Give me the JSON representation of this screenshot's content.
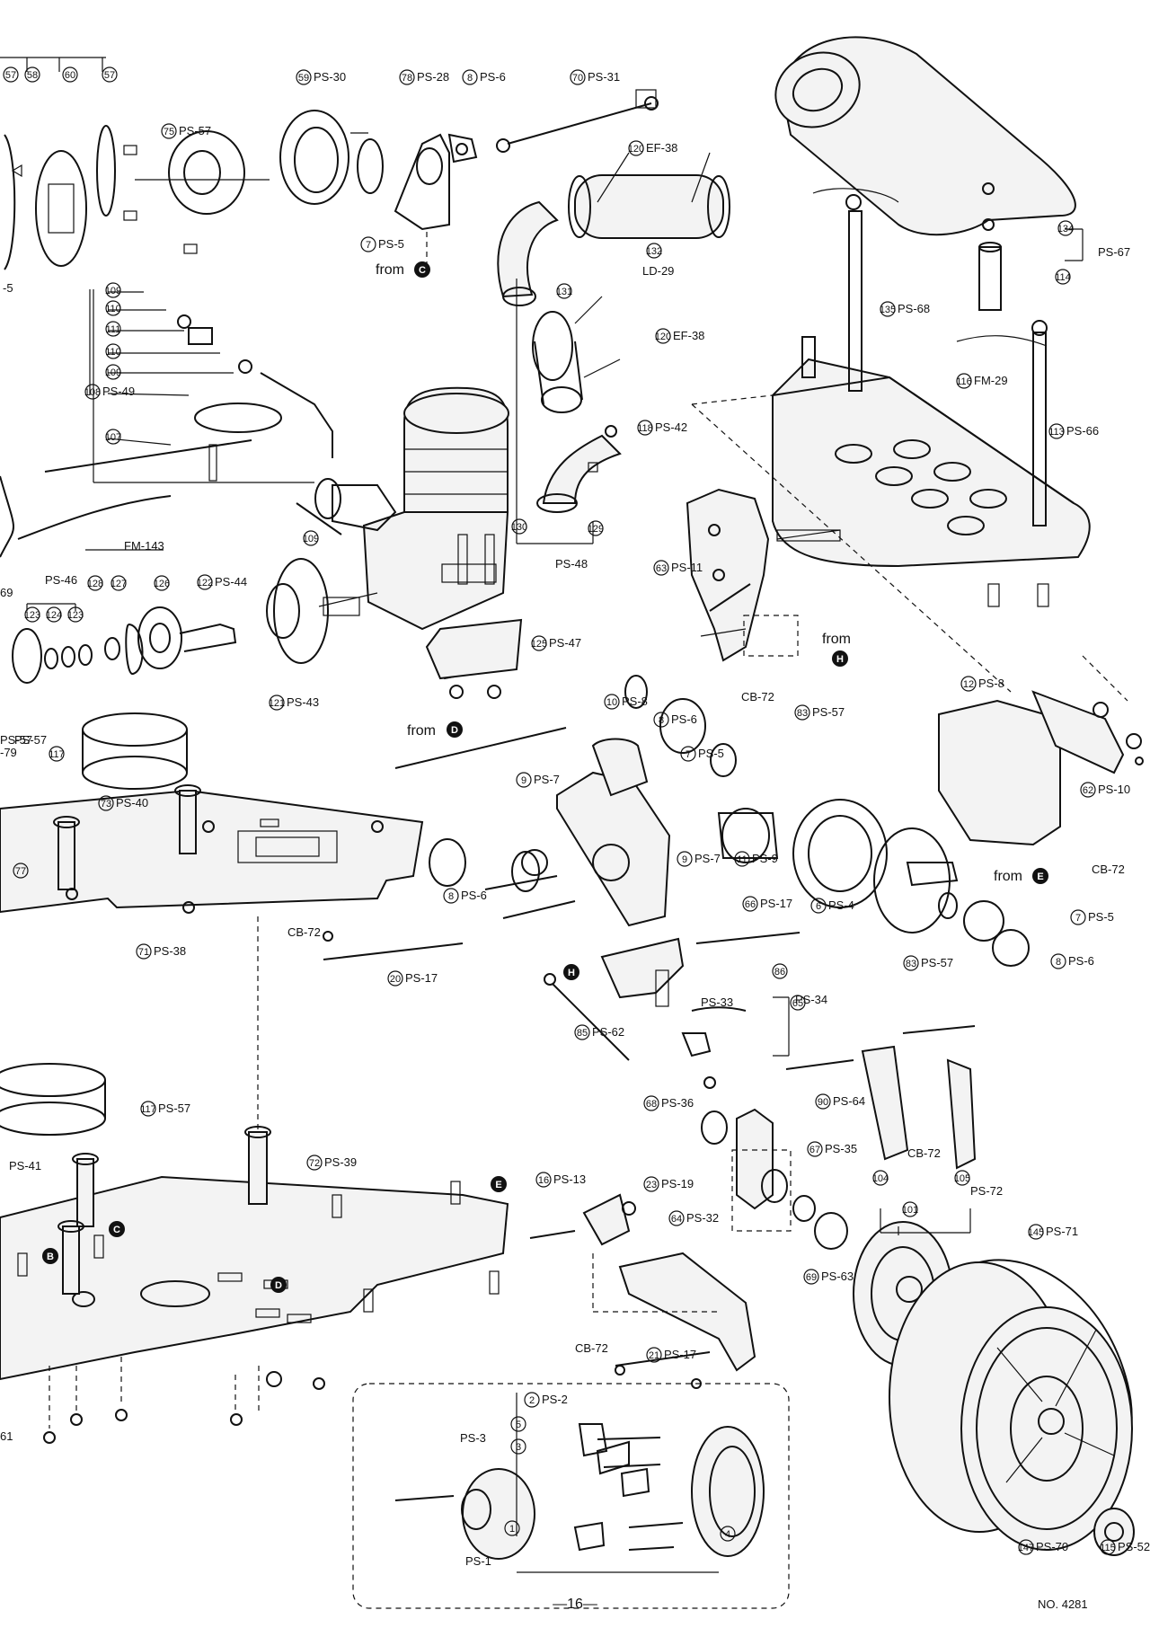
{
  "page": {
    "number": "—16—",
    "document_no": "NO. 4281"
  },
  "from_markers": [
    {
      "text": "from",
      "letter": "C"
    },
    {
      "text": "from",
      "letter": "D"
    },
    {
      "text": "from",
      "letter": "H"
    },
    {
      "text": "from",
      "letter": "E"
    }
  ],
  "callouts": [
    {
      "num": "57",
      "code": ""
    },
    {
      "num": "58",
      "code": ""
    },
    {
      "num": "60",
      "code": ""
    },
    {
      "num": "57",
      "code": ""
    },
    {
      "num": "59",
      "code": "PS-30"
    },
    {
      "num": "78",
      "code": "PS-28"
    },
    {
      "num": "8",
      "code": "PS-6"
    },
    {
      "num": "70",
      "code": "PS-31"
    },
    {
      "num": "75",
      "code": "PS-57"
    },
    {
      "num": "7",
      "code": "PS-5"
    },
    {
      "num": "120",
      "code": "EF-38"
    },
    {
      "num": "132",
      "code": ""
    },
    {
      "num": "131",
      "code": ""
    },
    {
      "num": "",
      "code": "LD-29"
    },
    {
      "num": "120",
      "code": "EF-38"
    },
    {
      "num": "118",
      "code": "PS-42"
    },
    {
      "num": "130",
      "code": ""
    },
    {
      "num": "129",
      "code": ""
    },
    {
      "num": "",
      "code": "PS-48"
    },
    {
      "num": "134",
      "code": ""
    },
    {
      "num": "114",
      "code": ""
    },
    {
      "num": "",
      "code": "PS-67"
    },
    {
      "num": "135",
      "code": "PS-68"
    },
    {
      "num": "116",
      "code": "FM-29"
    },
    {
      "num": "113",
      "code": "PS-66"
    },
    {
      "num": "109",
      "code": ""
    },
    {
      "num": "110",
      "code": ""
    },
    {
      "num": "111",
      "code": ""
    },
    {
      "num": "110",
      "code": ""
    },
    {
      "num": "109",
      "code": ""
    },
    {
      "num": "108",
      "code": "PS-49"
    },
    {
      "num": "107",
      "code": ""
    },
    {
      "num": "109",
      "code": ""
    },
    {
      "num": "",
      "code": "FM-143"
    },
    {
      "num": "",
      "code": "PS-46"
    },
    {
      "num": "128",
      "code": ""
    },
    {
      "num": "127",
      "code": ""
    },
    {
      "num": "126",
      "code": ""
    },
    {
      "num": "123",
      "code": ""
    },
    {
      "num": "124",
      "code": ""
    },
    {
      "num": "123",
      "code": ""
    },
    {
      "num": "122",
      "code": "PS-44"
    },
    {
      "num": "121",
      "code": "PS-43"
    },
    {
      "num": "125",
      "code": "PS-47"
    },
    {
      "num": "63",
      "code": "PS-11"
    },
    {
      "num": "",
      "code": "CB-72"
    },
    {
      "num": "12",
      "code": "PS-8"
    },
    {
      "num": "10",
      "code": "PS-8"
    },
    {
      "num": "8",
      "code": "PS-6"
    },
    {
      "num": "83",
      "code": "PS-57"
    },
    {
      "num": "7",
      "code": "PS-5"
    },
    {
      "num": "9",
      "code": "PS-7"
    },
    {
      "num": "9",
      "code": "PS-7"
    },
    {
      "num": "11",
      "code": "PS-9"
    },
    {
      "num": "62",
      "code": "PS-10"
    },
    {
      "num": "",
      "code": "CB-72"
    },
    {
      "num": "",
      "code": "PS-57"
    },
    {
      "num": "117",
      "code": ""
    },
    {
      "num": "73",
      "code": "PS-40"
    },
    {
      "num": "77",
      "code": ""
    },
    {
      "num": "8",
      "code": "PS-6"
    },
    {
      "num": "6",
      "code": "PS-4"
    },
    {
      "num": "7",
      "code": "PS-5"
    },
    {
      "num": "83",
      "code": "PS-57"
    },
    {
      "num": "8",
      "code": "PS-6"
    },
    {
      "num": "71",
      "code": "PS-38"
    },
    {
      "num": "",
      "code": "CB-72"
    },
    {
      "num": "20",
      "code": "PS-17"
    },
    {
      "num": "66",
      "code": "PS-17"
    },
    {
      "num": "86",
      "code": ""
    },
    {
      "num": "",
      "code": "PS-34"
    },
    {
      "num": "",
      "code": "PS-33"
    },
    {
      "num": "85",
      "code": "PS-62"
    },
    {
      "num": "65",
      "code": ""
    },
    {
      "num": "90",
      "code": "PS-64"
    },
    {
      "num": "68",
      "code": "PS-36"
    },
    {
      "num": "67",
      "code": "PS-35"
    },
    {
      "num": "",
      "code": "CB-72"
    },
    {
      "num": "104",
      "code": ""
    },
    {
      "num": "105",
      "code": ""
    },
    {
      "num": "",
      "code": "PS-72"
    },
    {
      "num": "101",
      "code": ""
    },
    {
      "num": "117",
      "code": "PS-57"
    },
    {
      "num": "72",
      "code": "PS-39"
    },
    {
      "num": "",
      "code": "PS-41"
    },
    {
      "num": "16",
      "code": "PS-13"
    },
    {
      "num": "23",
      "code": "PS-19"
    },
    {
      "num": "64",
      "code": "PS-32"
    },
    {
      "num": "69",
      "code": "PS-63"
    },
    {
      "num": "145",
      "code": "PS-71"
    },
    {
      "num": "21",
      "code": "PS-17"
    },
    {
      "num": "",
      "code": "CB-72"
    },
    {
      "num": "2",
      "code": "PS-2"
    },
    {
      "num": "5",
      "code": ""
    },
    {
      "num": "",
      "code": "PS-3"
    },
    {
      "num": "3",
      "code": ""
    },
    {
      "num": "1",
      "code": ""
    },
    {
      "num": "4",
      "code": ""
    },
    {
      "num": "",
      "code": "PS-1"
    },
    {
      "num": "147",
      "code": "PS-70"
    },
    {
      "num": "115",
      "code": "PS-52"
    },
    {
      "num": "",
      "code": "-5"
    },
    {
      "num": "",
      "code": "69"
    },
    {
      "num": "",
      "code": "-79"
    },
    {
      "num": "",
      "code": "61"
    },
    {
      "num": "",
      "code": "PS-57"
    }
  ],
  "marker_letters": [
    "B",
    "C",
    "D",
    "E"
  ]
}
